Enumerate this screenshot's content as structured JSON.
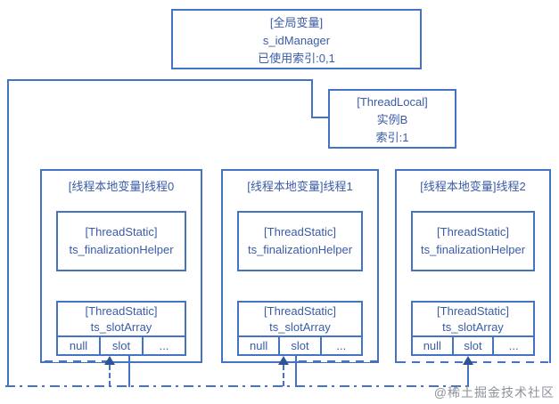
{
  "colors": {
    "line": "#4472C4",
    "text": "#3A5BA8",
    "arrowhead": "#2E5395",
    "watermark_text": "#8D929B"
  },
  "global_box": {
    "lines": [
      "[全局变量]",
      "s_idManager",
      "已使用索引:0,1"
    ]
  },
  "threadlocal_box": {
    "lines": [
      "[ThreadLocal]",
      "实例B",
      "索引:1"
    ]
  },
  "threads": [
    {
      "title": "[线程本地变量]线程0",
      "static_box": {
        "lines": [
          "[ThreadStatic]",
          "ts_finalizationHelper"
        ]
      },
      "slot_box": {
        "lines": [
          "[ThreadStatic]",
          "ts_slotArray"
        ],
        "cells": [
          "null",
          "slot",
          "..."
        ]
      }
    },
    {
      "title": "[线程本地变量]线程1",
      "static_box": {
        "lines": [
          "[ThreadStatic]",
          "ts_finalizationHelper"
        ]
      },
      "slot_box": {
        "lines": [
          "[ThreadStatic]",
          "ts_slotArray"
        ],
        "cells": [
          "null",
          "slot",
          "..."
        ]
      }
    },
    {
      "title": "[线程本地变量]线程2",
      "static_box": {
        "lines": [
          "[ThreadStatic]",
          "ts_finalizationHelper"
        ]
      },
      "slot_box": {
        "lines": [
          "[ThreadStatic]",
          "ts_slotArray"
        ],
        "cells": [
          "null",
          "slot",
          "..."
        ]
      }
    }
  ],
  "watermark": "@稀土掘金技术社区"
}
